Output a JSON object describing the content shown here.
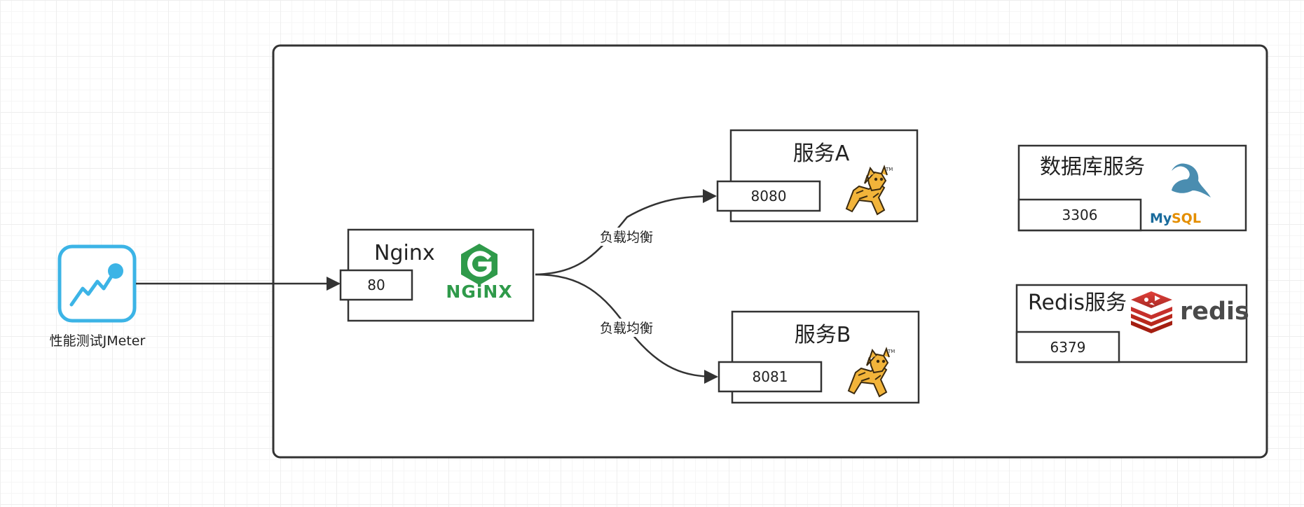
{
  "client": {
    "caption": "性能测试JMeter",
    "icon": "chart-line-icon",
    "color": "#3cb4e6"
  },
  "nginx": {
    "title": "Nginx",
    "port": "80",
    "logo_text": "NGiNX",
    "logo": "nginx-logo",
    "color": "#2f9a4a"
  },
  "edges": [
    {
      "label": "负载均衡"
    },
    {
      "label": "负载均衡"
    }
  ],
  "service_a": {
    "title": "服务A",
    "port": "8080",
    "logo": "tomcat-logo"
  },
  "service_b": {
    "title": "服务B",
    "port": "8081",
    "logo": "tomcat-logo"
  },
  "database": {
    "title": "数据库服务",
    "port": "3306",
    "logo": "mysql-logo",
    "logo_text_left": "My",
    "logo_text_right": "SQL"
  },
  "redis": {
    "title": "Redis服务",
    "port": "6379",
    "logo": "redis-logo",
    "logo_text": "redis",
    "color": "#c6302b"
  }
}
